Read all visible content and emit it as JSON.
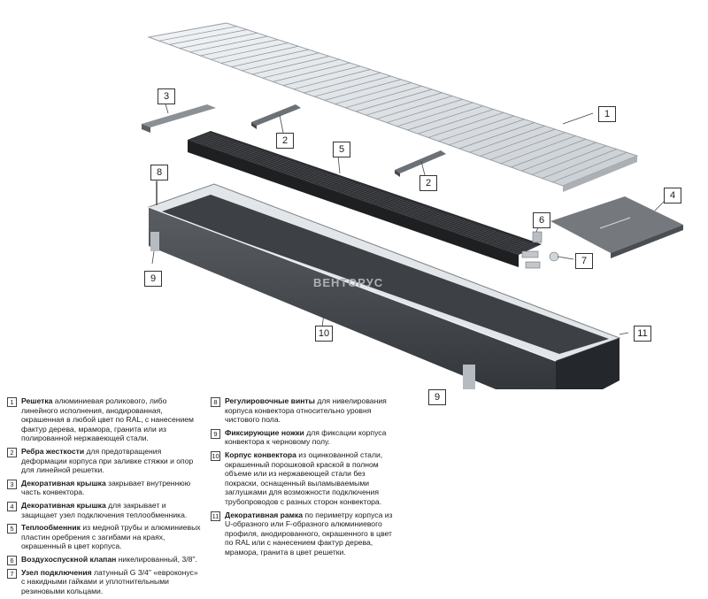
{
  "brand": "ВЕНТОРУС",
  "callouts": [
    {
      "id": "c1",
      "label": "1"
    },
    {
      "id": "c2a",
      "label": "2"
    },
    {
      "id": "c2b",
      "label": "2"
    },
    {
      "id": "c3",
      "label": "3"
    },
    {
      "id": "c4",
      "label": "4"
    },
    {
      "id": "c5",
      "label": "5"
    },
    {
      "id": "c6",
      "label": "6"
    },
    {
      "id": "c7",
      "label": "7"
    },
    {
      "id": "c8",
      "label": "8"
    },
    {
      "id": "c9a",
      "label": "9"
    },
    {
      "id": "c9b",
      "label": "9"
    },
    {
      "id": "c10",
      "label": "10"
    },
    {
      "id": "c11",
      "label": "11"
    }
  ],
  "legend": [
    {
      "num": "1",
      "term": "Решетка",
      "text": " алюминиевая роликового, либо линейного исполнения, анодированная, окрашенная в любой цвет по RAL, с нанесением фактур дерева, мрамора, гранита или из полированной нержавеющей стали."
    },
    {
      "num": "2",
      "term": "Ребра жесткости",
      "text": " для предотвращения деформации корпуса при заливке стяжки и опор для линейной решетки."
    },
    {
      "num": "3",
      "term": "Декоративная крышка",
      "text": " закрывает внутреннюю часть конвектора."
    },
    {
      "num": "4",
      "term": "Декоративная крышка",
      "text": " для закрывает и защищает узел подключения теплообменника."
    },
    {
      "num": "5",
      "term": "Теплообменник",
      "text": " из медной трубы и алюминиевых пластин оребрения с загибами на краях, окрашенный в цвет корпуса."
    },
    {
      "num": "6",
      "term": "Воздухоспускной клапан",
      "text": " никелированный, 3/8\"."
    },
    {
      "num": "7",
      "term": "Узел подключения",
      "text": " латунный G 3/4\" «евроконус» с накидными гайками и уплотнительными резиновыми кольцами."
    },
    {
      "num": "8",
      "term": "Регулировочные винты",
      "text": " для нивелирования корпуса конвектора относительно уровня чистового пола."
    },
    {
      "num": "9",
      "term": "Фиксирующие ножки",
      "text": " для фиксации корпуса конвектора к черновому полу."
    },
    {
      "num": "10",
      "term": "Корпус конвектора",
      "text": " из оцинкованной стали, окрашенный порошковой краской в полном объеме или из нержавеющей стали без покраски, оснащенный выламываемыми заглушками для возможности подключения трубопроводов с разных сторон конвектора."
    },
    {
      "num": "11",
      "term": "Декоративная рамка",
      "text": " по периметру корпуса из U-образного или F-образного алюминиевого профиля, анодированного, окрашенного в цвет по RAL или с нанесением фактур дерева, мрамора, гранита в цвет решетки."
    }
  ]
}
